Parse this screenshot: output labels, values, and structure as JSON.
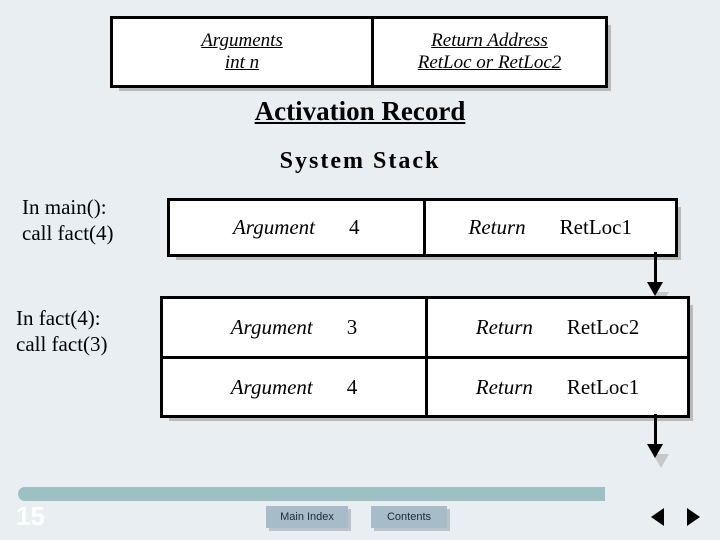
{
  "slide": {
    "page_number": "15",
    "background_color": "#e8eef1"
  },
  "activation_record": {
    "title": "Activation Record",
    "cells": [
      {
        "line1": "Arguments",
        "line2": "int n"
      },
      {
        "line1": "Return Address",
        "line2": "RetLoc or RetLoc2"
      }
    ]
  },
  "system_stack": {
    "title": "System Stack",
    "frames": [
      {
        "caption_line1": "In main():",
        "caption_line2": "call  fact(4)",
        "rows": [
          {
            "arg_label": "Argument",
            "arg_value": "4",
            "ret_label": "Return",
            "ret_value": "RetLoc1"
          }
        ]
      },
      {
        "caption_line1": "In fact(4):",
        "caption_line2": "call  fact(3)",
        "rows": [
          {
            "arg_label": "Argument",
            "arg_value": "3",
            "ret_label": "Return",
            "ret_value": "RetLoc2"
          },
          {
            "arg_label": "Argument",
            "arg_value": "4",
            "ret_label": "Return",
            "ret_value": "RetLoc1"
          }
        ]
      }
    ]
  },
  "navigation": {
    "main_index_label": "Main Index",
    "contents_label": "Contents",
    "prev_icon": "triangle-left-icon",
    "next_icon": "triangle-right-icon",
    "bar_color": "#9dc0c2",
    "button_color": "#a6bdc9"
  }
}
